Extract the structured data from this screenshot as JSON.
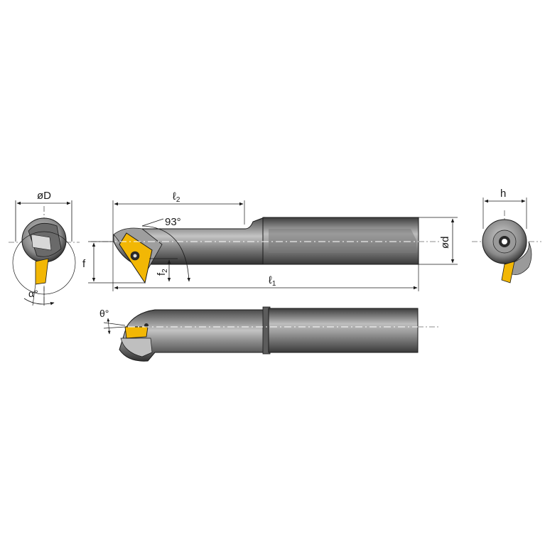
{
  "labels": {
    "D_diameter": "øD",
    "l2_base": "ℓ",
    "l2_sub": "2",
    "angle_93": "93°",
    "f": "f",
    "f2_base": "f",
    "f2_sub": "2",
    "l1_base": "ℓ",
    "l1_sub": "1",
    "d_diameter": "ød",
    "h": "h",
    "alpha": "α°",
    "theta": "θ°"
  },
  "colors": {
    "steel_light": "#c9c9c9",
    "steel_dark": "#5a5a5a",
    "insert_yellow": "#f2b705",
    "line": "#1a1a1a",
    "centerline": "#ffffff"
  },
  "icons": {
    "insert_screw": "torx-screw-icon"
  }
}
